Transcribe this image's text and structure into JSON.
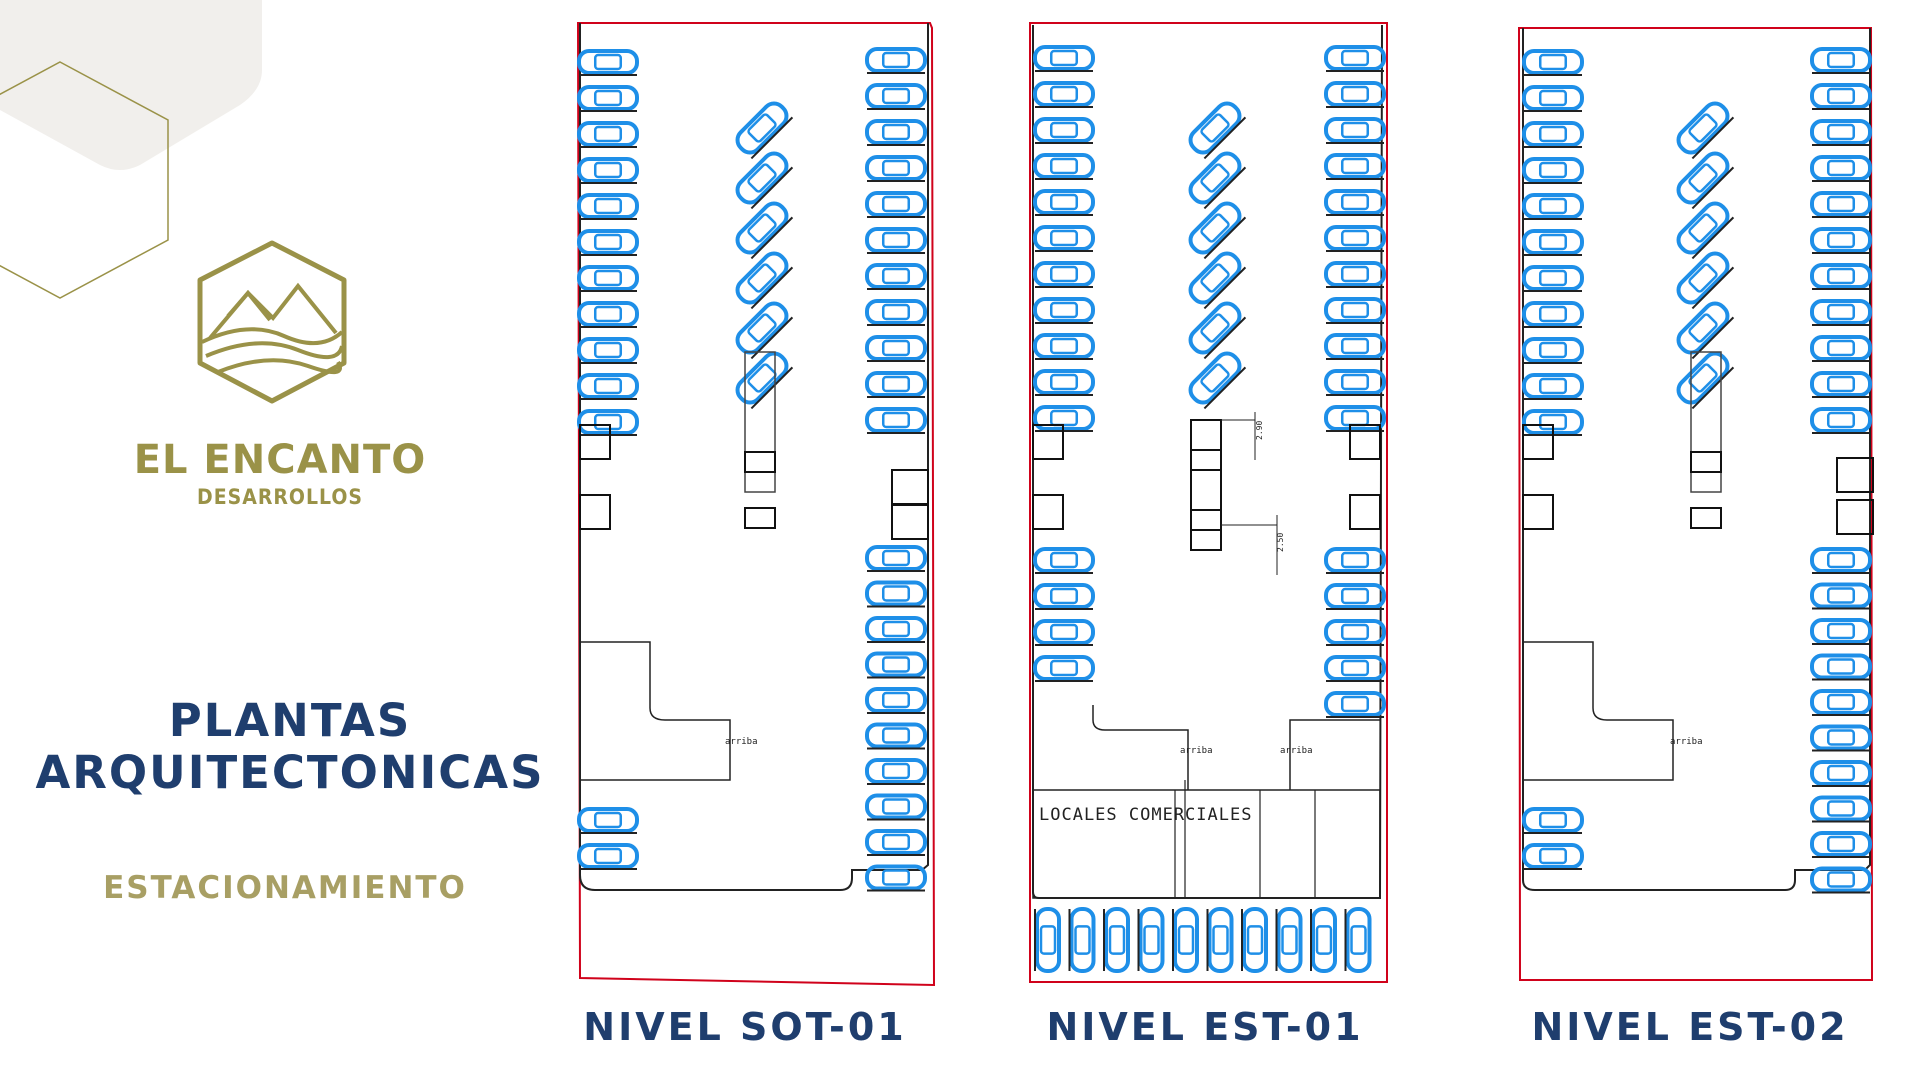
{
  "brand": {
    "name": "EL ENCANTO",
    "sub": "DESARROLLOS"
  },
  "title_line1": "PLANTAS",
  "title_line2": "ARQUITECTONICAS",
  "subtitle": "ESTACIONAMIENTO",
  "colors": {
    "navy": "#1f3e6e",
    "gold": "#9a9248",
    "car_blue": "#1e8fe8",
    "boundary_red": "#d0021b"
  },
  "plans": [
    {
      "label": "NIVEL SOT-01",
      "ramp_text": "arriba"
    },
    {
      "label": "NIVEL EST-01",
      "ramp_text": "arriba",
      "ramp_text2": "arriba",
      "locales_text": "LOCALES COMERCIALES",
      "dim1": "2.90",
      "dim2": "2.50"
    },
    {
      "label": "NIVEL EST-02",
      "ramp_text": "arriba"
    }
  ]
}
